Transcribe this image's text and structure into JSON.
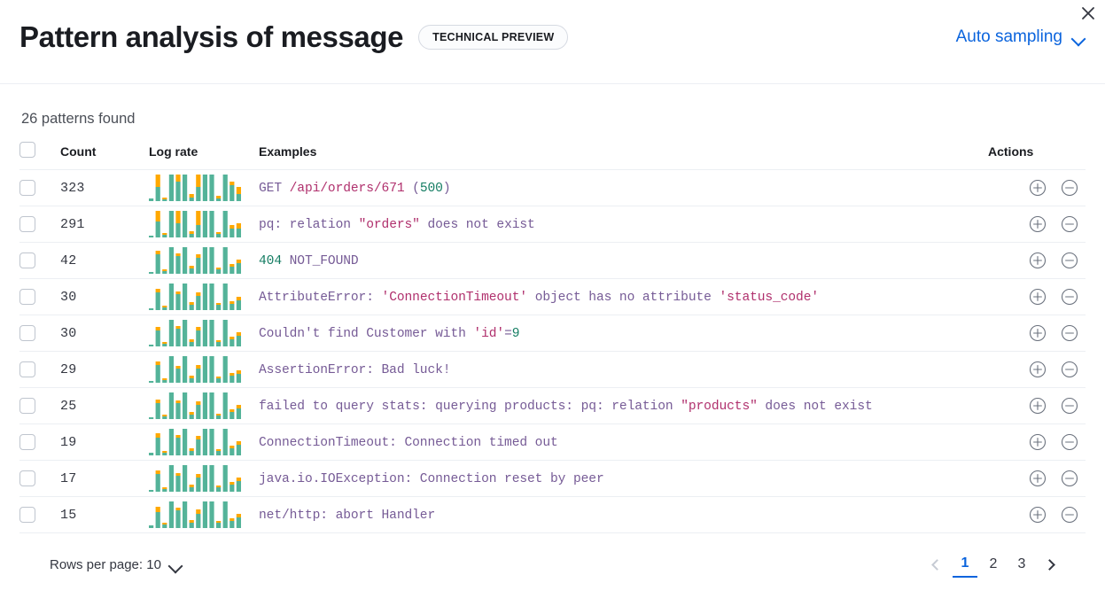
{
  "header": {
    "title": "Pattern analysis of message",
    "badge": "TECHNICAL PREVIEW",
    "sampling_label": "Auto sampling",
    "sampling_chevron_icon": "chevron-down-icon",
    "close_icon": "close-icon"
  },
  "summary": {
    "patterns_found": "26 patterns found"
  },
  "table": {
    "columns": {
      "select_all": "",
      "count": "Count",
      "log_rate": "Log rate",
      "examples": "Examples",
      "actions": "Actions"
    },
    "action_icons": {
      "add": "plus-circle-icon",
      "remove": "minus-circle-icon"
    },
    "rows": [
      {
        "count": "323",
        "example": "GET /api/orders/671 (500)",
        "tokens": [
          {
            "t": "GET ",
            "c": "base"
          },
          {
            "t": "/api/orders/671",
            "c": "str"
          },
          {
            "t": " (",
            "c": "base"
          },
          {
            "t": "500",
            "c": "num"
          },
          {
            "t": ")",
            "c": "base"
          }
        ],
        "spark": {
          "teal": [
            3,
            16,
            2,
            42,
            22,
            44,
            4,
            16,
            44,
            44,
            3,
            38,
            18,
            8
          ],
          "orange": [
            0,
            14,
            2,
            28,
            10,
            24,
            4,
            34,
            26,
            8,
            3,
            26,
            4,
            8
          ]
        }
      },
      {
        "count": "291",
        "example": "pq: relation \"orders\" does not exist",
        "tokens": [
          {
            "t": "pq: relation ",
            "c": "base"
          },
          {
            "t": "\"orders\"",
            "c": "str"
          },
          {
            "t": " does not exist",
            "c": "base"
          }
        ],
        "spark": {
          "teal": [
            2,
            18,
            3,
            44,
            16,
            42,
            4,
            14,
            44,
            42,
            4,
            34,
            10,
            10
          ],
          "orange": [
            0,
            12,
            2,
            20,
            16,
            22,
            3,
            28,
            22,
            12,
            2,
            16,
            4,
            6
          ]
        }
      },
      {
        "count": "42",
        "example": "404 NOT_FOUND",
        "tokens": [
          {
            "t": "404",
            "c": "num"
          },
          {
            "t": " NOT_FOUND",
            "c": "base"
          }
        ],
        "spark": {
          "teal": [
            2,
            22,
            3,
            46,
            20,
            48,
            6,
            18,
            46,
            44,
            5,
            38,
            8,
            12
          ],
          "orange": [
            0,
            4,
            2,
            4,
            3,
            5,
            3,
            4,
            4,
            4,
            2,
            5,
            3,
            4
          ]
        }
      },
      {
        "count": "30",
        "example": "AttributeError: 'ConnectionTimeout' object has no attribute 'status_code'",
        "tokens": [
          {
            "t": "AttributeError: ",
            "c": "base"
          },
          {
            "t": "'ConnectionTimeout'",
            "c": "str"
          },
          {
            "t": " object has no attribute ",
            "c": "base"
          },
          {
            "t": "'status_code'",
            "c": "str"
          }
        ],
        "spark": {
          "teal": [
            2,
            20,
            3,
            46,
            18,
            46,
            6,
            16,
            46,
            44,
            6,
            36,
            7,
            11
          ],
          "orange": [
            0,
            4,
            2,
            4,
            3,
            4,
            3,
            4,
            4,
            4,
            2,
            4,
            3,
            4
          ]
        }
      },
      {
        "count": "30",
        "example": "Couldn't find Customer with 'id'=9",
        "tokens": [
          {
            "t": "Couldn't find Customer with ",
            "c": "base"
          },
          {
            "t": "'id'",
            "c": "str"
          },
          {
            "t": "=",
            "c": "base"
          },
          {
            "t": "9",
            "c": "num"
          }
        ],
        "spark": {
          "teal": [
            2,
            18,
            3,
            44,
            20,
            46,
            5,
            18,
            46,
            42,
            5,
            34,
            8,
            12
          ],
          "orange": [
            0,
            4,
            2,
            4,
            3,
            4,
            3,
            4,
            4,
            4,
            2,
            4,
            3,
            4
          ]
        }
      },
      {
        "count": "29",
        "example": "AssertionError: Bad luck!",
        "tokens": [
          {
            "t": "AssertionError: Bad luck!",
            "c": "base"
          }
        ],
        "spark": {
          "teal": [
            2,
            20,
            3,
            46,
            16,
            44,
            5,
            16,
            44,
            46,
            5,
            32,
            8,
            10
          ],
          "orange": [
            0,
            4,
            2,
            4,
            3,
            4,
            3,
            4,
            4,
            4,
            2,
            4,
            3,
            4
          ]
        }
      },
      {
        "count": "25",
        "example": "failed to query stats: querying products: pq: relation \"products\" does not exist",
        "tokens": [
          {
            "t": "failed to query stats: querying products: pq: relation ",
            "c": "base"
          },
          {
            "t": "\"products\"",
            "c": "str"
          },
          {
            "t": " does not exist",
            "c": "base"
          }
        ],
        "spark": {
          "teal": [
            2,
            18,
            3,
            44,
            18,
            42,
            5,
            16,
            44,
            44,
            4,
            34,
            8,
            12
          ],
          "orange": [
            0,
            4,
            2,
            4,
            3,
            4,
            3,
            4,
            4,
            4,
            2,
            4,
            3,
            4
          ]
        }
      },
      {
        "count": "19",
        "example": "ConnectionTimeout: Connection timed out",
        "tokens": [
          {
            "t": "ConnectionTimeout: Connection timed out",
            "c": "base"
          }
        ],
        "spark": {
          "teal": [
            3,
            20,
            3,
            46,
            20,
            44,
            5,
            18,
            46,
            44,
            5,
            34,
            8,
            12
          ],
          "orange": [
            0,
            5,
            2,
            5,
            3,
            5,
            3,
            4,
            4,
            5,
            2,
            5,
            3,
            4
          ]
        }
      },
      {
        "count": "17",
        "example": "java.io.IOException: Connection reset by peer",
        "tokens": [
          {
            "t": "java.io.IOException: Connection reset by peer",
            "c": "base"
          }
        ],
        "spark": {
          "teal": [
            2,
            20,
            3,
            46,
            18,
            46,
            5,
            16,
            46,
            44,
            5,
            36,
            8,
            12
          ],
          "orange": [
            0,
            4,
            2,
            4,
            3,
            4,
            3,
            4,
            4,
            4,
            2,
            4,
            3,
            4
          ]
        }
      },
      {
        "count": "15",
        "example": "net/http: abort Handler",
        "tokens": [
          {
            "t": "net/http: abort Handler",
            "c": "base"
          }
        ],
        "spark": {
          "teal": [
            3,
            18,
            4,
            44,
            20,
            46,
            6,
            16,
            44,
            44,
            6,
            34,
            8,
            12
          ],
          "orange": [
            0,
            6,
            2,
            5,
            3,
            6,
            3,
            5,
            5,
            5,
            2,
            5,
            3,
            4
          ]
        }
      }
    ]
  },
  "footer": {
    "rows_per_page_label": "Rows per page: 10",
    "rows_per_page_chevron_icon": "chevron-down-icon",
    "prev_icon": "chevron-left-icon",
    "next_icon": "chevron-right-icon",
    "pages": [
      "1",
      "2",
      "3"
    ],
    "active_page": "1"
  },
  "colors": {
    "teal": "#54b399",
    "orange": "#ffa800",
    "link": "#0b64dd",
    "border": "#eceff3",
    "token_base": "#765b96",
    "token_string": "#b0306d",
    "token_number": "#157d63"
  }
}
